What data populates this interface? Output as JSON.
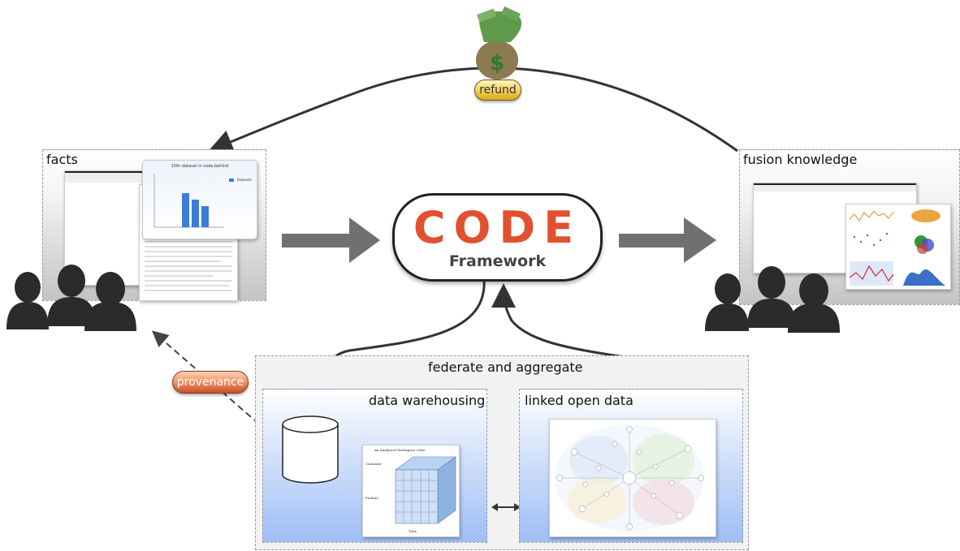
{
  "panels": {
    "facts": "facts",
    "fusion": "fusion knowledge",
    "federate": "federate and aggregate",
    "warehouse": "data warehousing",
    "lod": "linked open data"
  },
  "framework": {
    "logo": "CODE",
    "subtitle": "Framework"
  },
  "labels": {
    "refund": "refund",
    "provenance": "provenance"
  },
  "chart_thumb": {
    "title": "10th dataset in code.behind",
    "legend": "Datasets"
  },
  "cube": {
    "title": "An Analytical Workspace Cube",
    "axis_time": "Time",
    "axis_product": "Product",
    "axis_customer": "Customer"
  },
  "colors": {
    "logo": "#e2512f",
    "refund_pill": "#f0cf54",
    "provenance_pill": "#ee8a5b",
    "arrow": "#707070"
  }
}
